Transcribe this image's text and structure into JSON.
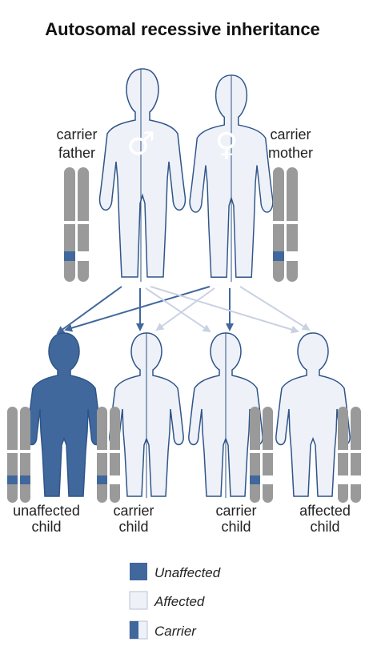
{
  "title": "Autosomal recessive inheritance",
  "parents": {
    "father": {
      "label_line1": "carrier",
      "label_line2": "father",
      "symbol": "♂",
      "status": "carrier"
    },
    "mother": {
      "label_line1": "carrier",
      "label_line2": "mother",
      "symbol": "♀",
      "status": "carrier"
    }
  },
  "children": [
    {
      "label_line1": "unaffected",
      "label_line2": "child",
      "status": "unaffected"
    },
    {
      "label_line1": "carrier",
      "label_line2": "child",
      "status": "carrier"
    },
    {
      "label_line1": "carrier",
      "label_line2": "child",
      "status": "carrier"
    },
    {
      "label_line1": "affected",
      "label_line2": "child",
      "status": "affected"
    }
  ],
  "legend": {
    "unaffected": "Unaffected",
    "affected": "Affected",
    "carrier": "Carrier"
  },
  "colors": {
    "unaffected_fill": "#40689c",
    "affected_fill": "#eef1f8",
    "outline": "#2f5588",
    "chromosome": "#9a9a9a",
    "band_blue": "#40689c",
    "band_white": "#ffffff",
    "arrow_strong": "#40689c",
    "arrow_light": "#c9d2e2"
  }
}
